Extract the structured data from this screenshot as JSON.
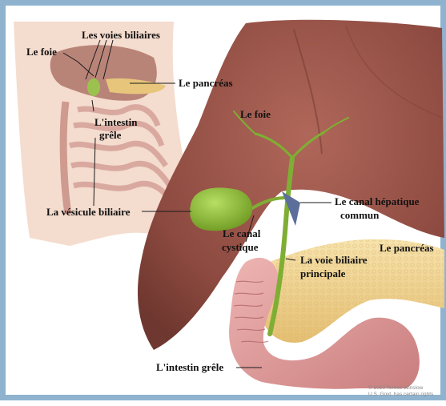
{
  "labels": {
    "voies_biliaires": "Les voies biliaires",
    "foie_small": "Le foie",
    "pancreas_small": "Le pancréas",
    "intestin_small_1": "L'intestin",
    "intestin_small_2": "grêle",
    "foie_big": "Le foie",
    "canal_hepatique_1": "Le canal hépatique",
    "canal_hepatique_2": "commun",
    "vesicule": "La vésicule biliaire",
    "canal_cystique_1": "Le canal",
    "canal_cystique_2": "cystique",
    "pancreas_big": "Le pancréas",
    "voie_biliaire_1": "La voie biliaire",
    "voie_biliaire_2": "principale",
    "intestin_big": "L'intestin grêle"
  },
  "credit": {
    "line1": "© 2010 Terese Winslow",
    "line2": "U.S. Govt. has certain rights"
  },
  "colors": {
    "border": "#8fb3cf",
    "liver": "#9a5448",
    "gallbladder": "#8fbf3a",
    "pancreas": "#f0d594",
    "intestine": "#e2a0a0",
    "torso": "#f2d3c4"
  }
}
